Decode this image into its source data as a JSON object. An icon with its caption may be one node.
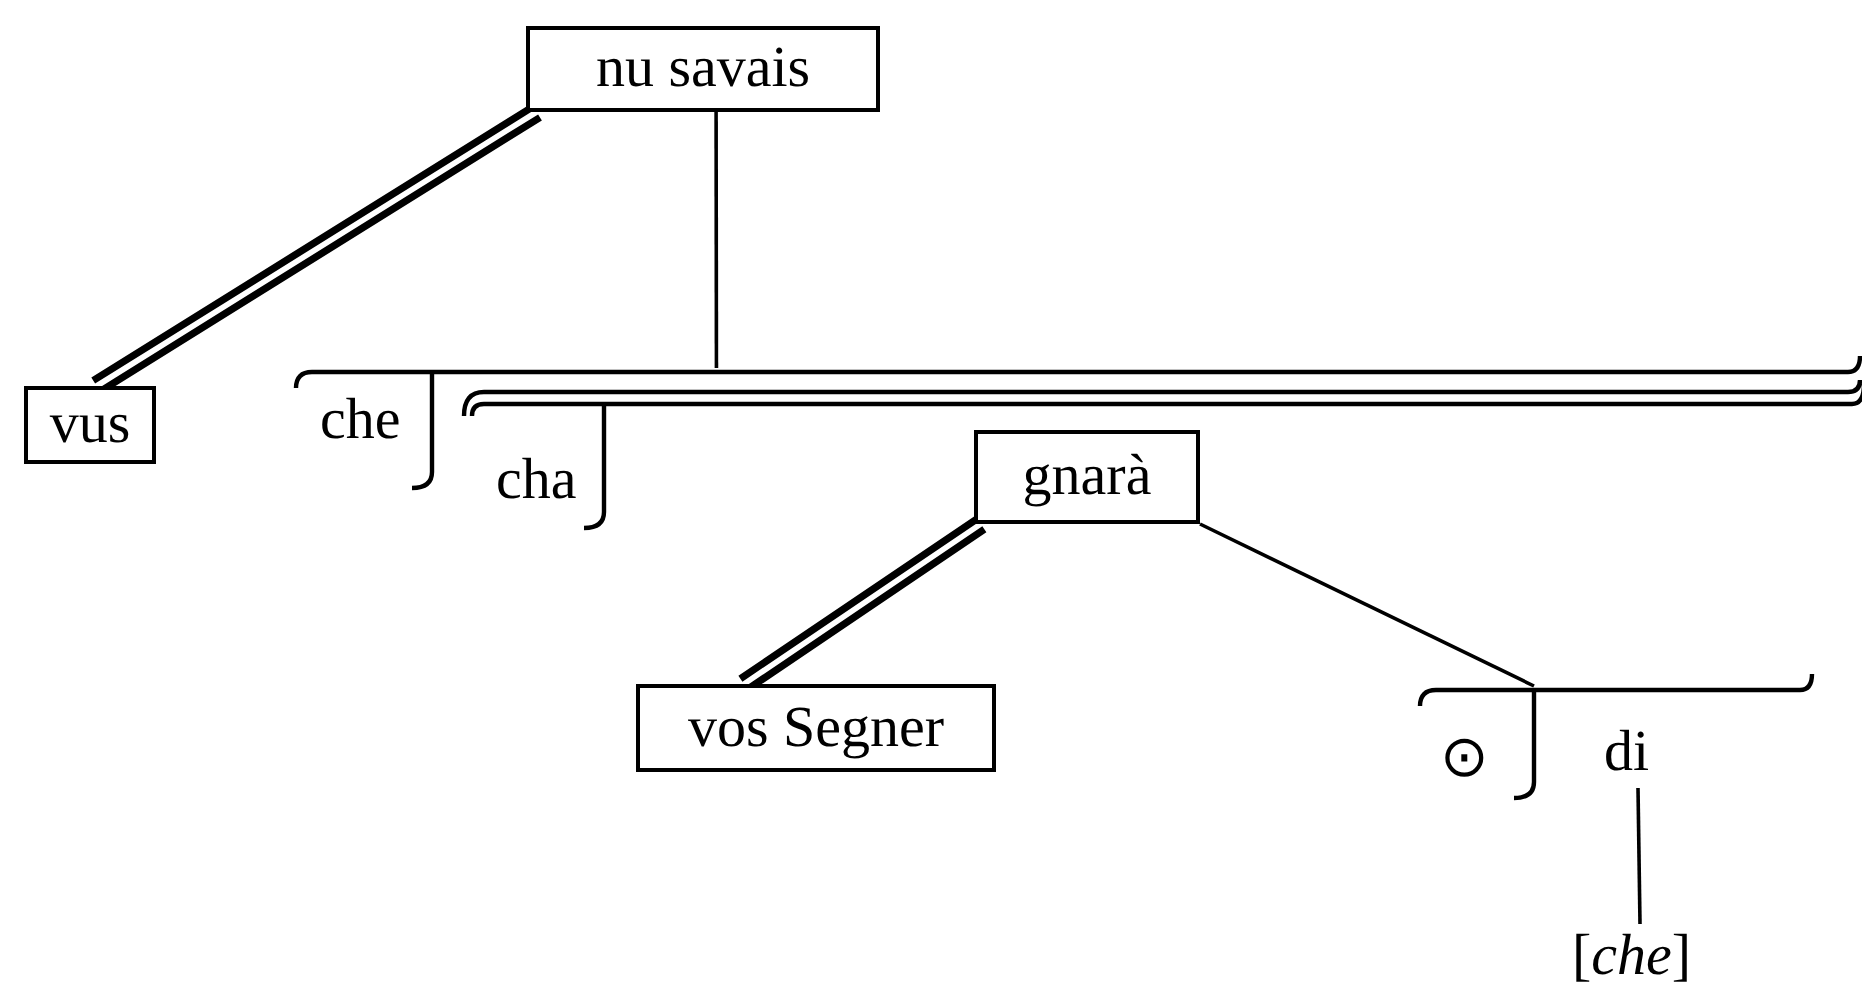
{
  "diagram": {
    "nodes": [
      {
        "text": [
          "nu savais"
        ]
      },
      {
        "text": [
          "vus"
        ]
      },
      {
        "text": [
          "che"
        ]
      },
      {
        "text": [
          "cha"
        ],
        "in": 2
      },
      {
        "text": [
          "gnarà"
        ],
        "in": 3
      },
      {
        "text": [
          "vos Segner"
        ]
      },
      {
        "text": [
          "⊙"
        ]
      },
      {
        "text": [
          "di"
        ],
        "in": 6
      },
      {
        "text": [
          "[*che*]"
        ]
      }
    ],
    "edges": [
      {
        "from": 0,
        "to": 1,
        "arrow": "none",
        "style": "thick"
      },
      {
        "from": 0,
        "to": 2,
        "arrow": "none"
      },
      {
        "from": 4,
        "to": 5,
        "arrow": "none",
        "style": "thick"
      },
      {
        "from": 4,
        "to": 6,
        "arrow": "none"
      },
      {
        "from": 7,
        "to": 8,
        "arrow": "none"
      }
    ]
  }
}
